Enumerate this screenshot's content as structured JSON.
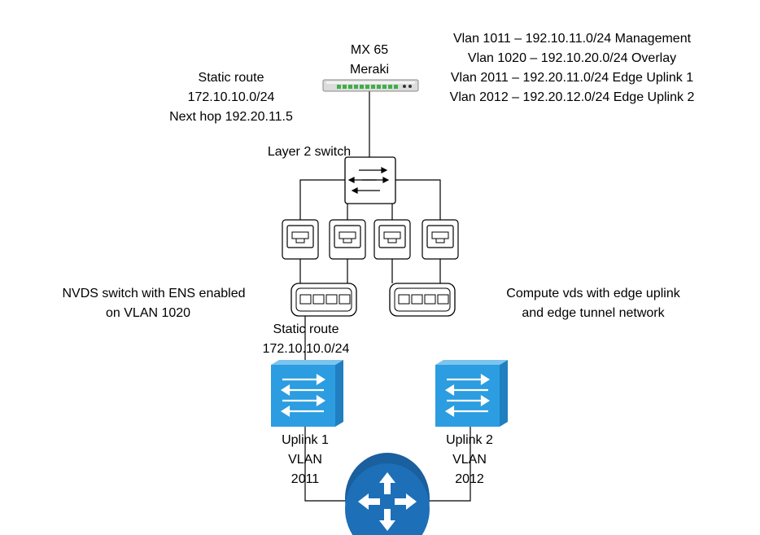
{
  "mx": {
    "line1": "MX 65",
    "line2": "Meraki"
  },
  "vlans": [
    "Vlan 1011 – 192.10.11.0/24 Management",
    "Vlan 1020 – 192.10.20.0/24 Overlay",
    "Vlan 2011 – 192.20.11.0/24 Edge Uplink 1",
    "Vlan 2012 – 192.20.12.0/24 Edge Uplink 2"
  ],
  "static_route_top": {
    "line1": "Static route",
    "line2": "172.10.10.0/24",
    "line3": "Next hop 192.20.11.5"
  },
  "layer2_switch": "Layer 2 switch",
  "nvds": {
    "line1": "NVDS switch with ENS enabled",
    "line2": "on VLAN 1020"
  },
  "compute_vds": {
    "line1": "Compute vds with edge uplink",
    "line2": "and edge tunnel network"
  },
  "static_route_bottom": {
    "line1": "Static route",
    "line2": "172.10.10.0/24"
  },
  "uplink1": {
    "line1": "Uplink 1",
    "line2": "VLAN",
    "line3": "2011"
  },
  "uplink2": {
    "line1": "Uplink 2",
    "line2": "VLAN",
    "line3": "2012"
  },
  "colors": {
    "blue_switch": "#2b9de0",
    "router": "#1d6fb8",
    "line": "#000000"
  }
}
